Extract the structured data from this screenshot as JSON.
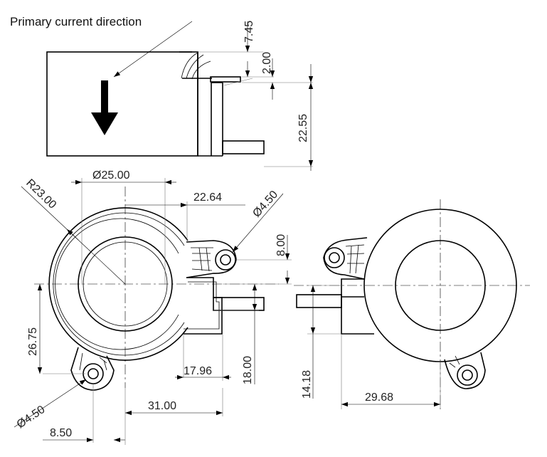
{
  "annotation": {
    "current_direction": "Primary current direction"
  },
  "dimensions": {
    "d_7_45": "7.45",
    "d_2_00": "2.00",
    "d_22_55": "22.55",
    "dia_25": "Ø25.00",
    "r_23": "R23.00",
    "d_22_64": "22.64",
    "dia_4_5_top": "Ø4.50",
    "d_8_00": "8.00",
    "d_26_75": "26.75",
    "d_17_96": "17.96",
    "d_18_00": "18.00",
    "dia_4_5_bottom": "Ø4.50",
    "d_31_00": "31.00",
    "d_8_50": "8.50",
    "d_14_18": "14.18",
    "d_29_68": "29.68"
  },
  "icons": {
    "current_arrow": "down-arrow-icon"
  }
}
